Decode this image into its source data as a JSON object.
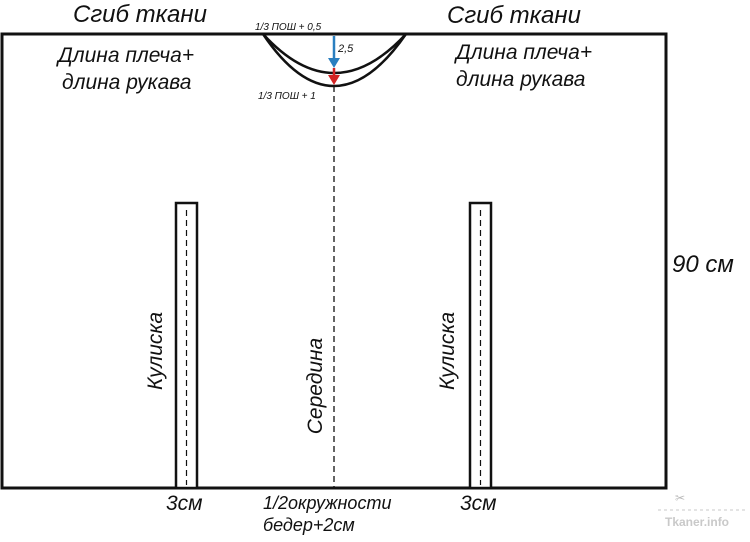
{
  "pattern": {
    "fold_left": "Сгиб ткани",
    "fold_right": "Сгиб ткани",
    "shoulder_left_line1": "Длина плеча+",
    "shoulder_left_line2": "длина рукава",
    "shoulder_right_line1": "Длина плеча+",
    "shoulder_right_line2": "длина рукава",
    "neck_inner": "1/3 ПОШ + 0,5",
    "neck_depth": "2,5",
    "neck_outer": "1/3 ПОШ + 1",
    "height": "90 см",
    "casing_left": "Кулиска",
    "casing_right": "Кулиска",
    "middle": "Середина",
    "casing_left_width": "3см",
    "casing_right_width": "3см",
    "bottom_line1": "1/2окружности",
    "bottom_line2": "бедер+2см"
  },
  "watermark": {
    "text": "Tkaner.info"
  },
  "colors": {
    "outline": "#111111",
    "arrow_blue": "#2a7fc0",
    "arrow_red": "#d22424",
    "watermark": "#c9c9c9"
  }
}
